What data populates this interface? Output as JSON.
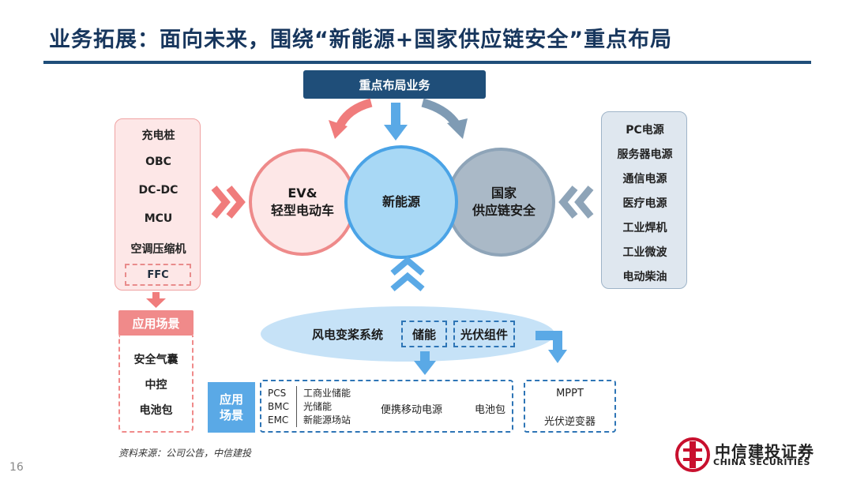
{
  "title": "业务拓展：面向未来，围绕“新能源+国家供应链安全”重点布局",
  "top_box": "重点布局业务",
  "circles": {
    "ev_line1": "EV&",
    "ev_line2": "轻型电动车",
    "new_energy": "新能源",
    "security_line1": "国家",
    "security_line2": "供应链安全"
  },
  "left_items": [
    "充电桩",
    "OBC",
    "DC-DC",
    "MCU",
    "空调压缩机"
  ],
  "left_ffc": "FFC",
  "right_items": [
    "PC电源",
    "服务器电源",
    "通信电源",
    "医疗电源",
    "工业焊机",
    "工业微波",
    "电动柴油"
  ],
  "scene": {
    "header": "应用场景",
    "items": [
      "安全气囊",
      "中控",
      "电池包"
    ]
  },
  "ellipse": {
    "text": "风电变桨系统",
    "storage": "储能",
    "pv": "光伏组件"
  },
  "apps": {
    "label_line1": "应用",
    "label_line2": "场景",
    "codes": [
      "PCS",
      "BMC",
      "EMC"
    ],
    "storage_items": [
      "工商业储能",
      "光储能",
      "新能源场站"
    ],
    "portable": "便携移动电源",
    "battery": "电池包",
    "mppt": "MPPT",
    "inverter": "光伏逆变器"
  },
  "source": "资料来源：公司公告，中信建投",
  "page_number": "16",
  "logo": {
    "cn": "中信建投证券",
    "en": "CHINA SECURITIES"
  },
  "colors": {
    "navy": "#1f4e79",
    "red": "#f08a8a",
    "blue": "#5aa9e6",
    "gray": "#8ea4b8"
  }
}
